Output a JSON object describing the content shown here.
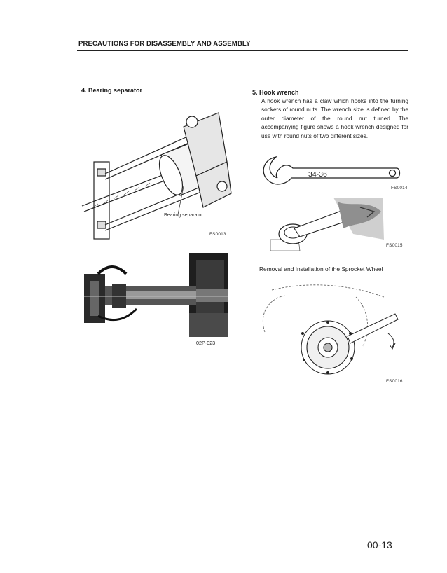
{
  "header": {
    "title": "PRECAUTIONS FOR DISASSEMBLY AND ASSEMBLY"
  },
  "section4": {
    "title": "4. Bearing separator",
    "figure_label": "Bearing separator",
    "figure_code": "FS0013",
    "photo_code": "02P-023"
  },
  "section5": {
    "title": "5. Hook wrench",
    "body": "A hook wrench has a claw which hooks into the turning sockets of round nuts. The wrench size is defined by the outer diameter of the round nut turned. The accompanying figure shows a hook wrench designed for use with round nuts of two different sizes.",
    "wrench_marking": "34-36",
    "figure_code_1": "FS0014",
    "figure_code_2": "FS0015"
  },
  "sprocket": {
    "caption": "Removal and Installation of the Sprocket Wheel",
    "figure_code": "FS0016"
  },
  "page_number": "00-13"
}
